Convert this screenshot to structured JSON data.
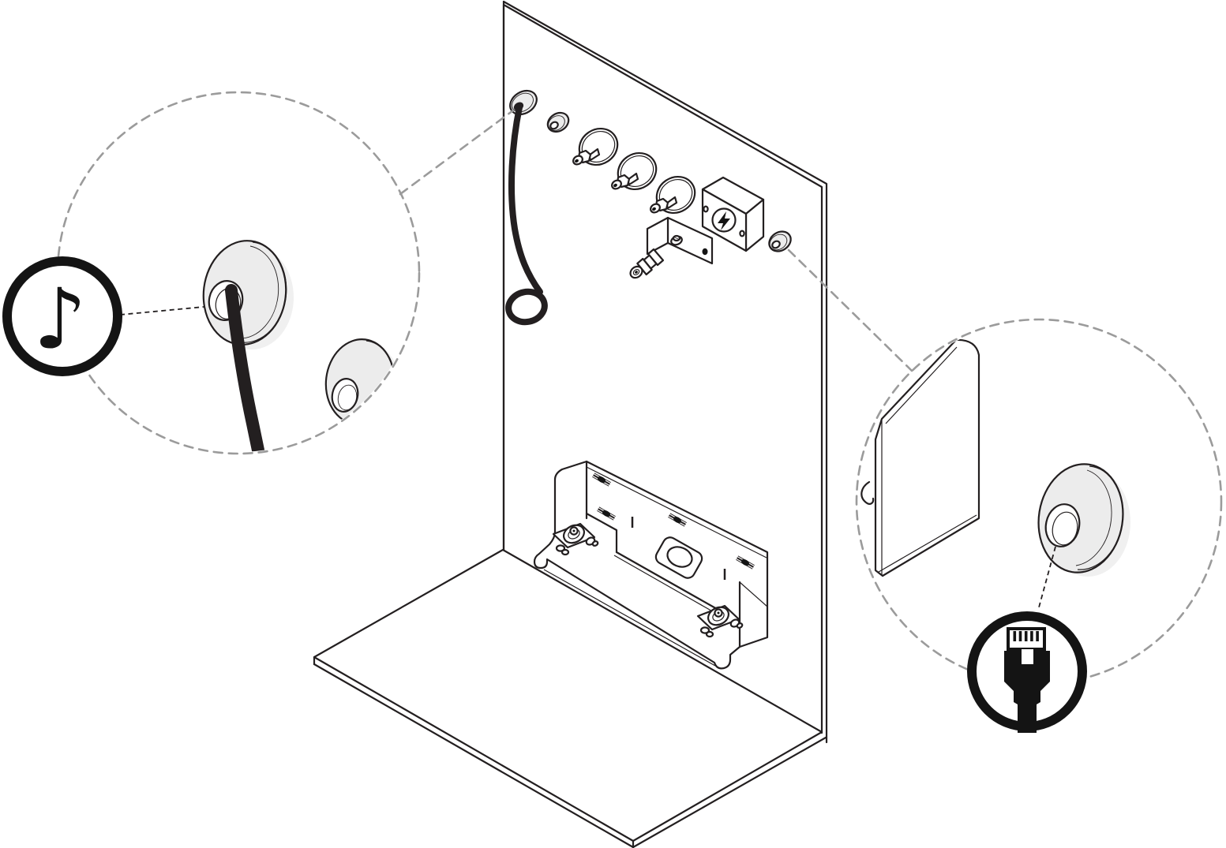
{
  "page": {
    "background_color": "#ffffff",
    "kind": "installation-diagram"
  },
  "colors": {
    "line": "#231f20",
    "leader_gray": "#9b9b9b",
    "grommet_fill": "#ececec",
    "grommet_shadow": "#e3e3e3",
    "icon_ink": "#141414",
    "surface_white": "#ffffff"
  },
  "icons": {
    "music_note": {
      "name": "music-note-icon",
      "glyph": "♪"
    },
    "lightning_bolt": {
      "name": "lightning-bolt-icon",
      "glyph": "⚡"
    },
    "ethernet_plug": {
      "name": "ethernet-plug-icon",
      "glyph": ""
    }
  },
  "scene": {
    "wall": "wall-panel",
    "floor": "floor-panel",
    "wall_items": [
      "cable-grommet-with-cable",
      "small-grommet",
      "isolation-mount-1",
      "isolation-mount-2",
      "isolation-mount-3",
      "power-box",
      "valve-bracket",
      "network-grommet"
    ],
    "bottom_items": [
      "mounting-rail",
      "rail-latch-left",
      "rail-latch-right"
    ]
  },
  "callouts": {
    "left": {
      "name": "audio-grommet-callout",
      "icon": "music_note",
      "items": [
        "grommet-with-cable",
        "second-grommet"
      ]
    },
    "right": {
      "name": "network-grommet-callout",
      "icon": "ethernet_plug",
      "items": [
        "tablet-device",
        "network-grommet"
      ]
    }
  }
}
